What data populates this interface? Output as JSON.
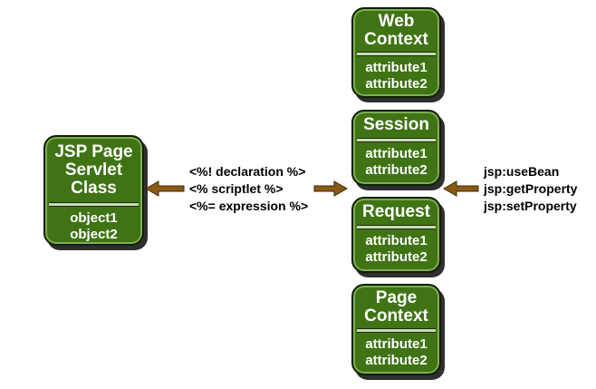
{
  "jsp_box": {
    "title_lines": [
      "JSP Page",
      "Servlet",
      "Class"
    ],
    "items": [
      "object1",
      "object2"
    ]
  },
  "scopes": [
    {
      "title_lines": [
        "Web",
        "Context"
      ],
      "items": [
        "attribute1",
        "attribute2"
      ]
    },
    {
      "title_lines": [
        "Session"
      ],
      "items": [
        "attribute1",
        "attribute2"
      ]
    },
    {
      "title_lines": [
        "Request"
      ],
      "items": [
        "attribute1",
        "attribute2"
      ]
    },
    {
      "title_lines": [
        "Page",
        "Context"
      ],
      "items": [
        "attribute1",
        "attribute2"
      ]
    }
  ],
  "scripting_elements": [
    "<%! declaration %>",
    "<% scriptlet %>",
    "<%= expression %>"
  ],
  "bean_tags": [
    "jsp:useBean",
    "jsp:getProperty",
    "jsp:setProperty"
  ],
  "colors": {
    "box_fill": "#3f7314",
    "arrow": "#8a5a12"
  }
}
